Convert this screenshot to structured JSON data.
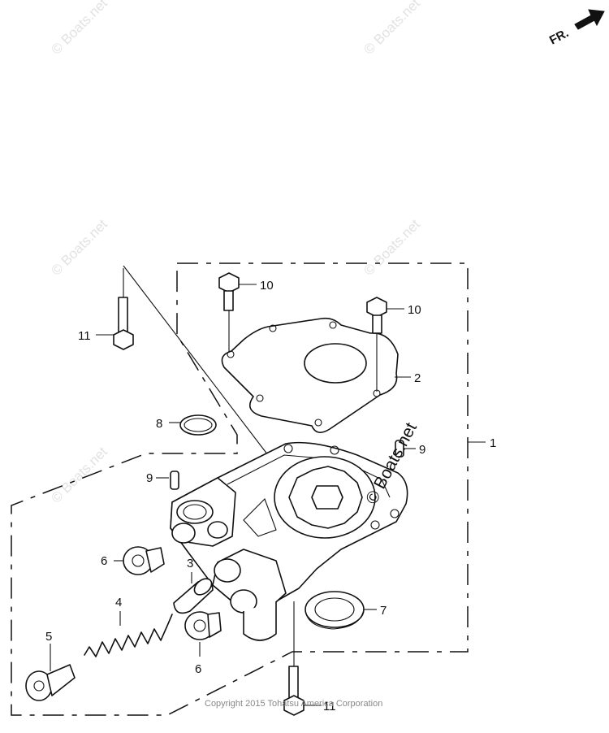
{
  "direction_label": "FR.",
  "copyright": "Copyright 2015 Tohatsu America Corporation",
  "watermark_text": "© Boats.net",
  "watermark_large_text": "© Boats.net",
  "callouts": [
    {
      "id": "c1",
      "label": "1"
    },
    {
      "id": "c2",
      "label": "2"
    },
    {
      "id": "c3",
      "label": "3"
    },
    {
      "id": "c4",
      "label": "4"
    },
    {
      "id": "c5",
      "label": "5"
    },
    {
      "id": "c6a",
      "label": "6"
    },
    {
      "id": "c6b",
      "label": "6"
    },
    {
      "id": "c7",
      "label": "7"
    },
    {
      "id": "c8",
      "label": "8"
    },
    {
      "id": "c9a",
      "label": "9"
    },
    {
      "id": "c9b",
      "label": "9"
    },
    {
      "id": "c10a",
      "label": "10"
    },
    {
      "id": "c10b",
      "label": "10"
    },
    {
      "id": "c11a",
      "label": "11"
    },
    {
      "id": "c11b",
      "label": "11"
    }
  ]
}
